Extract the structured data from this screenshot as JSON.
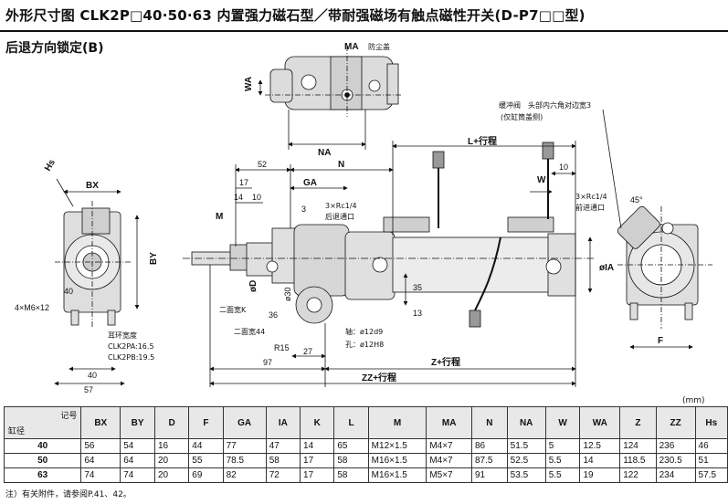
{
  "header": {
    "title": "外形尺寸图 CLK2P□40·50·63 内置强力磁石型／带耐强磁场有触点磁性开关(D-P7□□型)",
    "subtitle": "后退方向锁定(B)"
  },
  "drawing_labels": {
    "MA": "MA",
    "dust_cover": "防尘盖",
    "WA": "WA",
    "NA": "NA",
    "cushion_note_1": "缓冲阀　头部内六角对边宽3",
    "cushion_note_2": "(仅缸筒盖侧)",
    "L_stroke": "L+行程",
    "N": "N",
    "GA": "GA",
    "d52": "52",
    "d17": "17",
    "d14": "14",
    "d10": "10",
    "d3": "3",
    "M": "M",
    "port_rear_1": "3×Rc1/4",
    "port_rear_2": "后退通口",
    "W": "W",
    "d10b": "10",
    "port_front_1": "3×Rc1/4",
    "port_front_2": "前进通口",
    "angle45": "45°",
    "Hs": "Hs",
    "BX": "BX",
    "BY": "BY",
    "d40": "40",
    "holes": "4×M6×12",
    "ear_title": "耳环宽度",
    "ear_a": "CLK2PA:16.5",
    "ear_b": "CLK2PB:19.5",
    "d40b": "40",
    "d57": "57",
    "phiD": "øD",
    "K": "二面宽K",
    "w44": "二面宽44",
    "phi30": "ø30",
    "d36": "36",
    "R15": "R15",
    "d35": "35",
    "d13": "13",
    "d27": "27",
    "d97": "97",
    "phiIA": "øIA",
    "shaft": "轴：ø12d9",
    "hole": "孔：ø12H8",
    "Z_stroke": "Z+行程",
    "ZZ_stroke": "ZZ+行程",
    "F": "F"
  },
  "table": {
    "unit": "(mm)",
    "corner_top": "记号",
    "corner_bottom": "缸径",
    "columns": [
      "BX",
      "BY",
      "D",
      "F",
      "GA",
      "IA",
      "K",
      "L",
      "M",
      "MA",
      "N",
      "NA",
      "W",
      "WA",
      "Z",
      "ZZ",
      "Hs"
    ],
    "rows": [
      {
        "bore": "40",
        "values": [
          "56",
          "54",
          "16",
          "44",
          "77",
          "47",
          "14",
          "65",
          "M12×1.5",
          "M4×7",
          "86",
          "51.5",
          "5",
          "12.5",
          "124",
          "236",
          "46"
        ]
      },
      {
        "bore": "50",
        "values": [
          "64",
          "64",
          "20",
          "55",
          "78.5",
          "58",
          "17",
          "58",
          "M16×1.5",
          "M4×7",
          "87.5",
          "52.5",
          "5.5",
          "14",
          "118.5",
          "230.5",
          "51"
        ]
      },
      {
        "bore": "63",
        "values": [
          "74",
          "74",
          "20",
          "69",
          "82",
          "72",
          "17",
          "58",
          "M16×1.5",
          "M5×7",
          "91",
          "53.5",
          "5.5",
          "19",
          "122",
          "234",
          "57.5"
        ]
      }
    ]
  },
  "footnote": "注）有关附件，请参阅P.41、42。"
}
